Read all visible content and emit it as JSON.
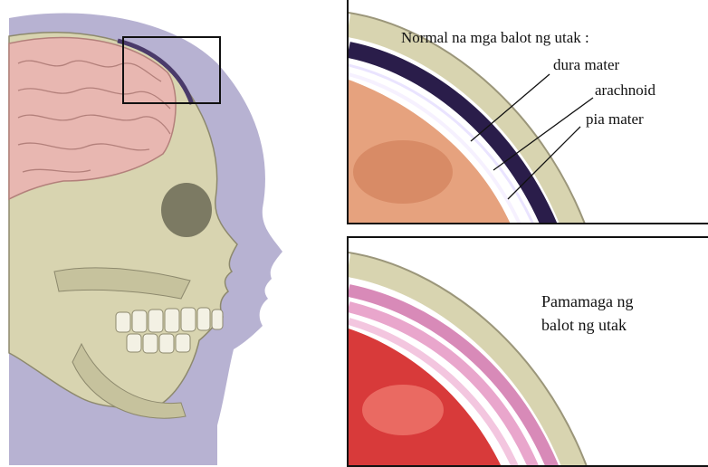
{
  "top_panel": {
    "heading": "Normal na mga balot ng utak :",
    "layers": [
      "dura mater",
      "arachnoid",
      "pia mater"
    ]
  },
  "bottom_panel": {
    "caption_line1": "Pamamaga ng",
    "caption_line2": "balot ng utak"
  },
  "colors": {
    "brain": "#e8b7b1",
    "skull": "#d8d4b0",
    "dura": "#2a1d4a",
    "head_silhouette": "#b7b2d2",
    "inflamed": "#d83a3a",
    "inflamed_membrane": "#e9a6cc"
  }
}
